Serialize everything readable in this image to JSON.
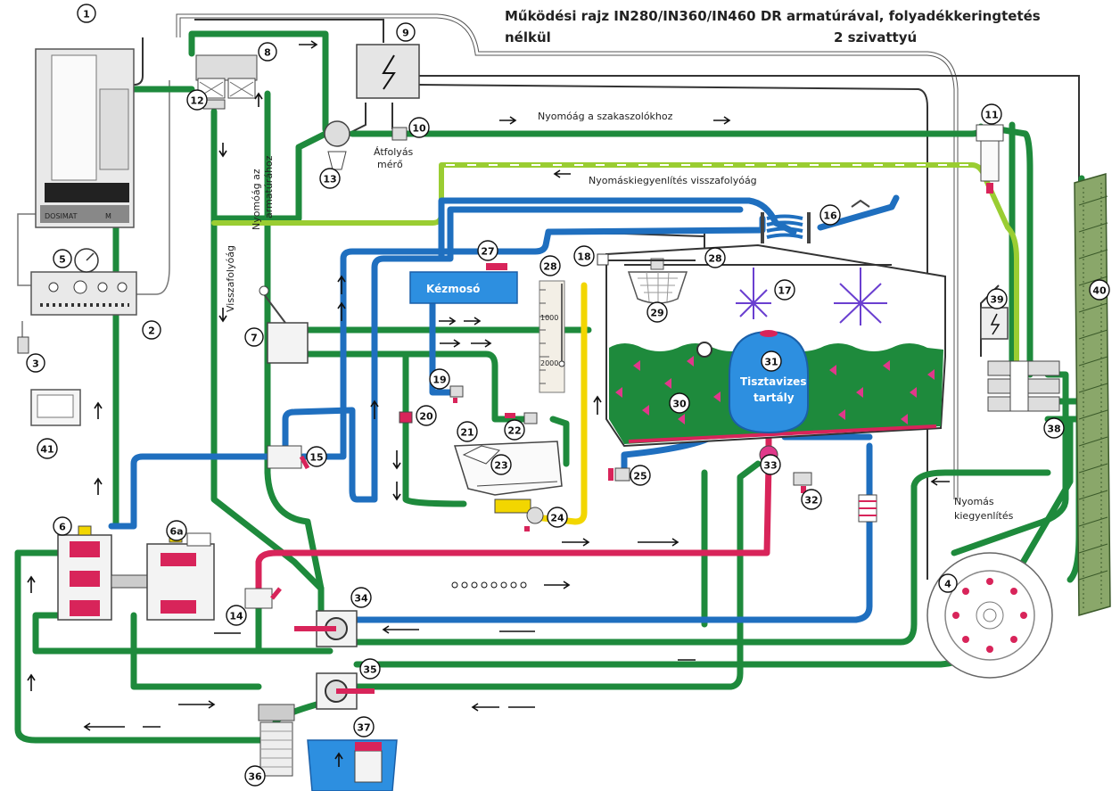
{
  "title": {
    "line1": "Működési rajz IN280/IN360/IN460  DR armatúrával, folyadékkeringtetés",
    "line2_left": "nélkül",
    "line2_right": "2 szivattyú"
  },
  "labels": {
    "pressure_branch": "Nyomóág a szakaszolókhoz",
    "pressure_return": "Nyomáskiegyenlítés visszafolyóág",
    "flow_meter_1": "Átfolyás",
    "flow_meter_2": "mérő",
    "armature_branch_1": "Nyomóág az",
    "armature_branch_2": "armatúrához",
    "return_branch": "Visszafolyóág",
    "hand_wash": "Kézmosó",
    "clean_tank_1": "Tisztavizes",
    "clean_tank_2": "tartály",
    "pressure_eq_1": "Nyomás",
    "pressure_eq_2": "kiegyenlítés",
    "scale_1000": "1000",
    "scale_2000": "2000",
    "computer_brand": "DOSIMAT",
    "computer_model": "M"
  },
  "components": [
    {
      "id": "1",
      "label": "1"
    },
    {
      "id": "2",
      "label": "2"
    },
    {
      "id": "3",
      "label": "3"
    },
    {
      "id": "4",
      "label": "4"
    },
    {
      "id": "5",
      "label": "5"
    },
    {
      "id": "6",
      "label": "6"
    },
    {
      "id": "6a",
      "label": "6a"
    },
    {
      "id": "7",
      "label": "7"
    },
    {
      "id": "8",
      "label": "8"
    },
    {
      "id": "9",
      "label": "9"
    },
    {
      "id": "10",
      "label": "10"
    },
    {
      "id": "11",
      "label": "11"
    },
    {
      "id": "12",
      "label": "12"
    },
    {
      "id": "13",
      "label": "13"
    },
    {
      "id": "14",
      "label": "14"
    },
    {
      "id": "15",
      "label": "15"
    },
    {
      "id": "16",
      "label": "16"
    },
    {
      "id": "17",
      "label": "17"
    },
    {
      "id": "18",
      "label": "18"
    },
    {
      "id": "19",
      "label": "19"
    },
    {
      "id": "20",
      "label": "20"
    },
    {
      "id": "21",
      "label": "21"
    },
    {
      "id": "22",
      "label": "22"
    },
    {
      "id": "23",
      "label": "23"
    },
    {
      "id": "24",
      "label": "24"
    },
    {
      "id": "25",
      "label": "25"
    },
    {
      "id": "27",
      "label": "27"
    },
    {
      "id": "28a",
      "label": "28"
    },
    {
      "id": "28b",
      "label": "28"
    },
    {
      "id": "29",
      "label": "29"
    },
    {
      "id": "30",
      "label": "30"
    },
    {
      "id": "31",
      "label": "31"
    },
    {
      "id": "32",
      "label": "32"
    },
    {
      "id": "33",
      "label": "33"
    },
    {
      "id": "34",
      "label": "34"
    },
    {
      "id": "35",
      "label": "35"
    },
    {
      "id": "36",
      "label": "36"
    },
    {
      "id": "37",
      "label": "37"
    },
    {
      "id": "38",
      "label": "38"
    },
    {
      "id": "39",
      "label": "39"
    },
    {
      "id": "40",
      "label": "40"
    },
    {
      "id": "41",
      "label": "41"
    }
  ],
  "colors": {
    "pressure_pipe": "#1e8a3c",
    "return_pipe": "#9acd32",
    "clean_water_pipe": "#1f6fbf",
    "suction_pipe": "#d8245a",
    "fill_pipe": "#f2d600",
    "tank_liquid": "#1e8a3c",
    "clean_tank": "#2d8fe0"
  }
}
